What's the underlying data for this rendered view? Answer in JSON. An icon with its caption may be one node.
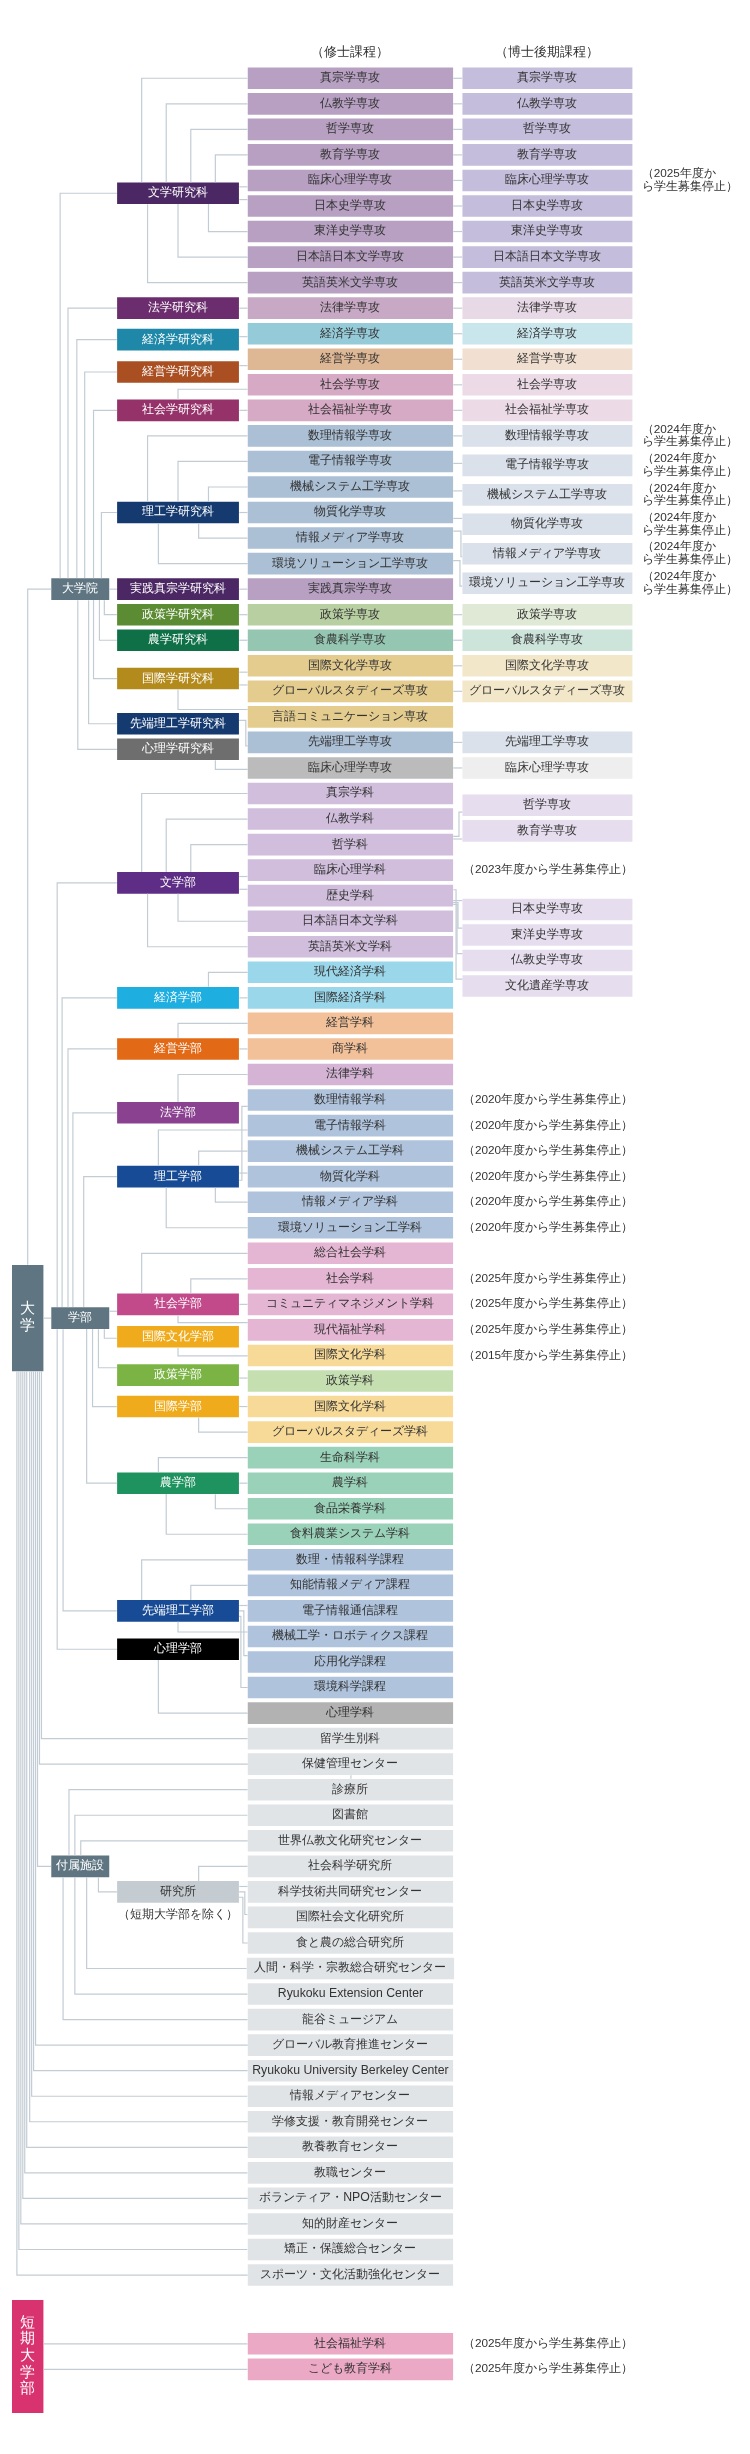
{
  "diagram": {
    "nodes": [
      {
        "text": [
          "大学"
        ]
      },
      {
        "text": [
          "大学院"
        ]
      },
      {
        "text": [
          "文学研究科"
        ]
      },
      {
        "text": [
          "真宗学専攻"
        ]
      },
      {
        "text": [
          "真宗学専攻"
        ]
      },
      {
        "text": [
          "仏教学専攻"
        ]
      },
      {
        "text": [
          "仏教学専攻"
        ]
      },
      {
        "text": [
          "哲学専攻"
        ]
      },
      {
        "text": [
          "哲学専攻"
        ]
      },
      {
        "text": [
          "教育学専攻"
        ]
      },
      {
        "text": [
          "教育学専攻"
        ]
      },
      {
        "text": [
          "臨床心理学専攻"
        ]
      },
      {
        "text": [
          "臨床心理学専攻"
        ],
        "beside": [
          "（2025年度から学生募集停止）"
        ]
      },
      {
        "text": [
          "日本史学専攻"
        ]
      },
      {
        "text": [
          "日本史学専攻"
        ]
      },
      {
        "text": [
          "東洋史学専攻"
        ]
      },
      {
        "text": [
          "東洋史学専攻"
        ]
      },
      {
        "text": [
          "日本語日本文学専攻"
        ]
      },
      {
        "text": [
          "日本語日本文学専攻"
        ]
      },
      {
        "text": [
          "英語英米文学専攻"
        ]
      },
      {
        "text": [
          "英語英米文学専攻"
        ]
      },
      {
        "text": [
          "法学研究科"
        ]
      },
      {
        "text": [
          "法律学専攻"
        ]
      },
      {
        "text": [
          "法律学専攻"
        ]
      },
      {
        "text": [
          "経済学研究科"
        ]
      },
      {
        "text": [
          "経済学専攻"
        ]
      },
      {
        "text": [
          "経済学専攻"
        ]
      },
      {
        "text": [
          "経営学研究科"
        ]
      },
      {
        "text": [
          "経営学専攻"
        ]
      },
      {
        "text": [
          "経営学専攻"
        ]
      },
      {
        "text": [
          "社会学研究科"
        ]
      },
      {
        "text": [
          "社会学専攻"
        ]
      },
      {
        "text": [
          "社会学専攻"
        ]
      },
      {
        "text": [
          "社会福祉学専攻"
        ]
      },
      {
        "text": [
          "社会福祉学専攻"
        ]
      },
      {
        "text": [
          "理工学研究科"
        ]
      },
      {
        "text": [
          "数理情報学専攻"
        ]
      },
      {
        "text": [
          "数理情報学専攻"
        ],
        "beside": [
          "（2024年度から学生募集停止）"
        ]
      },
      {
        "text": [
          "電子情報学専攻"
        ]
      },
      {
        "text": [
          "電子情報学専攻"
        ],
        "beside": [
          "（2024年度から学生募集停止）"
        ]
      },
      {
        "text": [
          "機械システム工学専攻"
        ]
      },
      {
        "text": [
          "機械システム工学専攻"
        ],
        "beside": [
          "（2024年度から学生募集停止）"
        ]
      },
      {
        "text": [
          "物質化学専攻"
        ]
      },
      {
        "text": [
          "物質化学専攻"
        ],
        "beside": [
          "（2024年度から学生募集停止）"
        ]
      },
      {
        "text": [
          "情報メディア学専攻"
        ]
      },
      {
        "text": [
          "情報メディア学専攻"
        ],
        "beside": [
          "（2024年度から学生募集停止）"
        ]
      },
      {
        "text": [
          "環境ソリューション工学専攻"
        ]
      },
      {
        "text": [
          "環境ソリューション工学専攻"
        ],
        "beside": [
          "（2024年度から学生募集停止）"
        ]
      },
      {
        "text": [
          "実践真宗学研究科"
        ]
      },
      {
        "text": [
          "実践真宗学専攻"
        ]
      },
      {
        "text": [
          "政策学研究科"
        ]
      },
      {
        "text": [
          "政策学専攻"
        ]
      },
      {
        "text": [
          "政策学専攻"
        ]
      },
      {
        "text": [
          "農学研究科"
        ]
      },
      {
        "text": [
          "食農科学専攻"
        ]
      },
      {
        "text": [
          "食農科学専攻"
        ]
      },
      {
        "text": [
          "国際学研究科"
        ]
      },
      {
        "text": [
          "国際文化学専攻"
        ]
      },
      {
        "text": [
          "国際文化学専攻"
        ]
      },
      {
        "text": [
          "グローバルスタディーズ専攻"
        ]
      },
      {
        "text": [
          "グローバルスタディーズ専攻"
        ]
      },
      {
        "text": [
          "言語コミュニケーション専攻"
        ]
      },
      {
        "text": [
          "先端理工学研究科"
        ]
      },
      {
        "text": [
          "先端理工学専攻"
        ]
      },
      {
        "text": [
          "先端理工学専攻"
        ]
      },
      {
        "text": [
          "心理学研究科"
        ]
      },
      {
        "text": [
          "臨床心理学専攻"
        ]
      },
      {
        "text": [
          "臨床心理学専攻"
        ]
      },
      {
        "text": [
          "学部"
        ]
      },
      {
        "text": [
          "文学部"
        ]
      },
      {
        "text": [
          "真宗学科"
        ]
      },
      {
        "text": [
          "仏教学科"
        ]
      },
      {
        "text": [
          "哲学科"
        ]
      },
      {
        "text": [
          "哲学専攻"
        ]
      },
      {
        "text": [
          "教育学専攻"
        ]
      },
      {
        "text": [
          "臨床心理学科"
        ],
        "beside": [
          "（2023年度から学生募集停止）"
        ]
      },
      {
        "text": [
          "歴史学科"
        ]
      },
      {
        "text": [
          "日本史学専攻"
        ]
      },
      {
        "text": [
          "東洋史学専攻"
        ]
      },
      {
        "text": [
          "仏教史学専攻"
        ]
      },
      {
        "text": [
          "文化遺産学専攻"
        ]
      },
      {
        "text": [
          "日本語日本文学科"
        ]
      },
      {
        "text": [
          "英語英米文学科"
        ]
      },
      {
        "text": [
          "経済学部"
        ]
      },
      {
        "text": [
          "現代経済学科"
        ]
      },
      {
        "text": [
          "国際経済学科"
        ]
      },
      {
        "text": [
          "経営学部"
        ]
      },
      {
        "text": [
          "経営学科"
        ]
      },
      {
        "text": [
          "商学科"
        ]
      },
      {
        "text": [
          "法学部"
        ]
      },
      {
        "text": [
          "法律学科"
        ]
      },
      {
        "text": [
          "理工学部"
        ]
      },
      {
        "text": [
          "数理情報学科"
        ],
        "beside": [
          "（2020年度から学生募集停止）"
        ]
      },
      {
        "text": [
          "電子情報学科"
        ],
        "beside": [
          "（2020年度から学生募集停止）"
        ]
      },
      {
        "text": [
          "機械システム工学科"
        ],
        "beside": [
          "（2020年度から学生募集停止）"
        ]
      },
      {
        "text": [
          "物質化学科"
        ],
        "beside": [
          "（2020年度から学生募集停止）"
        ]
      },
      {
        "text": [
          "情報メディア学科"
        ],
        "beside": [
          "（2020年度から学生募集停止）"
        ]
      },
      {
        "text": [
          "環境ソリューション工学科"
        ],
        "beside": [
          "（2020年度から学生募集停止）"
        ]
      },
      {
        "text": [
          "社会学部"
        ]
      },
      {
        "text": [
          "総合社会学科"
        ]
      },
      {
        "text": [
          "社会学科"
        ],
        "beside": [
          "（2025年度から学生募集停止）"
        ]
      },
      {
        "text": [
          "コミュニティマネジメント学科"
        ],
        "beside": [
          "（2025年度から学生募集停止）"
        ]
      },
      {
        "text": [
          "現代福祉学科"
        ],
        "beside": [
          "（2025年度から学生募集停止）"
        ]
      },
      {
        "text": [
          "国際文化学部"
        ]
      },
      {
        "text": [
          "国際文化学科"
        ],
        "beside": [
          "（2015年度から学生募集停止）"
        ]
      },
      {
        "text": [
          "政策学部"
        ]
      },
      {
        "text": [
          "政策学科"
        ]
      },
      {
        "text": [
          "国際学部"
        ]
      },
      {
        "text": [
          "国際文化学科"
        ]
      },
      {
        "text": [
          "グローバルスタディーズ学科"
        ]
      },
      {
        "text": [
          "農学部"
        ]
      },
      {
        "text": [
          "生命科学科"
        ]
      },
      {
        "text": [
          "農学科"
        ]
      },
      {
        "text": [
          "食品栄養学科"
        ]
      },
      {
        "text": [
          "食料農業システム学科"
        ]
      },
      {
        "text": [
          "先端理工学部"
        ]
      },
      {
        "text": [
          "数理・情報科学課程"
        ]
      },
      {
        "text": [
          "知能情報メディア課程"
        ]
      },
      {
        "text": [
          "電子情報通信課程"
        ]
      },
      {
        "text": [
          "機械工学・ロボティクス課程"
        ]
      },
      {
        "text": [
          "応用化学課程"
        ]
      },
      {
        "text": [
          "環境科学課程"
        ]
      },
      {
        "text": [
          "心理学部"
        ]
      },
      {
        "text": [
          "心理学科"
        ]
      },
      {
        "text": [
          "留学生別科"
        ]
      },
      {
        "text": [
          "保健管理センター"
        ]
      },
      {
        "text": [
          "付属施設"
        ]
      },
      {
        "text": [
          "診療所"
        ]
      },
      {
        "text": [
          "図書館"
        ]
      },
      {
        "text": [
          "世界仏教文化研究センター"
        ]
      },
      {
        "text": [
          "研究所"
        ],
        "beside": [
          "（短期大学部を除く）"
        ]
      },
      {
        "text": [
          "社会科学研究所"
        ]
      },
      {
        "text": [
          "科学技術共同研究センター"
        ]
      },
      {
        "text": [
          "国際社会文化研究所"
        ]
      },
      {
        "text": [
          "食と農の総合研究所"
        ]
      },
      {
        "text": [
          "人間・科学・宗教総合研究センター"
        ]
      },
      {
        "text": [
          "Ryukoku Extension Center"
        ]
      },
      {
        "text": [
          "龍谷ミュージアム"
        ]
      },
      {
        "text": [
          "グローバル教育推進センター"
        ]
      },
      {
        "text": [
          "Ryukoku University Berkeley Center"
        ]
      },
      {
        "text": [
          "情報メディアセンター"
        ]
      },
      {
        "text": [
          "学修支援・教育開発センター"
        ]
      },
      {
        "text": [
          "教養教育センター"
        ]
      },
      {
        "text": [
          "教職センター"
        ]
      },
      {
        "text": [
          "ボランティア・NPO活動センター"
        ]
      },
      {
        "text": [
          "知的財産センター"
        ]
      },
      {
        "text": [
          "矯正・保護総合センター"
        ]
      },
      {
        "text": [
          "スポーツ・文化活動強化センター"
        ]
      },
      {
        "text": [
          "短期大学部"
        ]
      },
      {
        "text": [
          "社会福祉学科"
        ],
        "beside": [
          "（2025年度から学生募集停止）"
        ]
      },
      {
        "text": [
          "こども教育学科"
        ],
        "beside": [
          "（2025年度から学生募集停止）"
        ]
      }
    ],
    "edges": [
      {
        "from": 0,
        "to": 1,
        "arrow": "none"
      },
      {
        "from": 0,
        "to": 68,
        "arrow": "none"
      },
      {
        "from": 0,
        "to": 124,
        "arrow": "none"
      },
      {
        "from": 0,
        "to": 125,
        "arrow": "none"
      },
      {
        "from": 0,
        "to": 126,
        "arrow": "none"
      },
      {
        "from": 0,
        "to": 138,
        "arrow": "none"
      },
      {
        "from": 0,
        "to": 139,
        "arrow": "none"
      },
      {
        "from": 0,
        "to": 140,
        "arrow": "none"
      },
      {
        "from": 0,
        "to": 141,
        "arrow": "none"
      },
      {
        "from": 0,
        "to": 142,
        "arrow": "none"
      },
      {
        "from": 0,
        "to": 143,
        "arrow": "none"
      },
      {
        "from": 0,
        "to": 144,
        "arrow": "none"
      },
      {
        "from": 0,
        "to": 145,
        "arrow": "none"
      },
      {
        "from": 0,
        "to": 146,
        "arrow": "none"
      },
      {
        "from": 0,
        "to": 147,
        "arrow": "none"
      },
      {
        "from": 1,
        "to": 2,
        "arrow": "none"
      },
      {
        "from": 1,
        "to": 21,
        "arrow": "none"
      },
      {
        "from": 1,
        "to": 24,
        "arrow": "none"
      },
      {
        "from": 1,
        "to": 27,
        "arrow": "none"
      },
      {
        "from": 1,
        "to": 30,
        "arrow": "none"
      },
      {
        "from": 1,
        "to": 35,
        "arrow": "none"
      },
      {
        "from": 1,
        "to": 48,
        "arrow": "none"
      },
      {
        "from": 1,
        "to": 50,
        "arrow": "none"
      },
      {
        "from": 1,
        "to": 53,
        "arrow": "none"
      },
      {
        "from": 1,
        "to": 56,
        "arrow": "none"
      },
      {
        "from": 1,
        "to": 62,
        "arrow": "none"
      },
      {
        "from": 1,
        "to": 65,
        "arrow": "none"
      },
      {
        "from": 2,
        "to": 3,
        "arrow": "none"
      },
      {
        "from": 3,
        "to": 4,
        "arrow": "none"
      },
      {
        "from": 2,
        "to": 5,
        "arrow": "none"
      },
      {
        "from": 5,
        "to": 6,
        "arrow": "none"
      },
      {
        "from": 2,
        "to": 7,
        "arrow": "none"
      },
      {
        "from": 7,
        "to": 8,
        "arrow": "none"
      },
      {
        "from": 2,
        "to": 9,
        "arrow": "none"
      },
      {
        "from": 9,
        "to": 10,
        "arrow": "none"
      },
      {
        "from": 2,
        "to": 11,
        "arrow": "none"
      },
      {
        "from": 11,
        "to": 12,
        "arrow": "none"
      },
      {
        "from": 2,
        "to": 13,
        "arrow": "none"
      },
      {
        "from": 13,
        "to": 14,
        "arrow": "none"
      },
      {
        "from": 2,
        "to": 15,
        "arrow": "none"
      },
      {
        "from": 15,
        "to": 16,
        "arrow": "none"
      },
      {
        "from": 2,
        "to": 17,
        "arrow": "none"
      },
      {
        "from": 17,
        "to": 18,
        "arrow": "none"
      },
      {
        "from": 2,
        "to": 19,
        "arrow": "none"
      },
      {
        "from": 19,
        "to": 20,
        "arrow": "none"
      },
      {
        "from": 21,
        "to": 22,
        "arrow": "none"
      },
      {
        "from": 22,
        "to": 23,
        "arrow": "none"
      },
      {
        "from": 24,
        "to": 25,
        "arrow": "none"
      },
      {
        "from": 25,
        "to": 26,
        "arrow": "none"
      },
      {
        "from": 27,
        "to": 28,
        "arrow": "none"
      },
      {
        "from": 28,
        "to": 29,
        "arrow": "none"
      },
      {
        "from": 30,
        "to": 31,
        "arrow": "none"
      },
      {
        "from": 31,
        "to": 32,
        "arrow": "none"
      },
      {
        "from": 30,
        "to": 33,
        "arrow": "none"
      },
      {
        "from": 33,
        "to": 34,
        "arrow": "none"
      },
      {
        "from": 35,
        "to": 36,
        "arrow": "none"
      },
      {
        "from": 36,
        "to": 37,
        "arrow": "none"
      },
      {
        "from": 35,
        "to": 38,
        "arrow": "none"
      },
      {
        "from": 38,
        "to": 39,
        "arrow": "none"
      },
      {
        "from": 35,
        "to": 40,
        "arrow": "none"
      },
      {
        "from": 40,
        "to": 41,
        "arrow": "none"
      },
      {
        "from": 35,
        "to": 42,
        "arrow": "none"
      },
      {
        "from": 42,
        "to": 43,
        "arrow": "none"
      },
      {
        "from": 35,
        "to": 44,
        "arrow": "none"
      },
      {
        "from": 44,
        "to": 45,
        "arrow": "none"
      },
      {
        "from": 35,
        "to": 46,
        "arrow": "none"
      },
      {
        "from": 46,
        "to": 47,
        "arrow": "none"
      },
      {
        "from": 48,
        "to": 49,
        "arrow": "none"
      },
      {
        "from": 50,
        "to": 51,
        "arrow": "none"
      },
      {
        "from": 51,
        "to": 52,
        "arrow": "none"
      },
      {
        "from": 53,
        "to": 54,
        "arrow": "none"
      },
      {
        "from": 54,
        "to": 55,
        "arrow": "none"
      },
      {
        "from": 56,
        "to": 57,
        "arrow": "none"
      },
      {
        "from": 57,
        "to": 58,
        "arrow": "none"
      },
      {
        "from": 56,
        "to": 59,
        "arrow": "none"
      },
      {
        "from": 59,
        "to": 60,
        "arrow": "none"
      },
      {
        "from": 56,
        "to": 61,
        "arrow": "none"
      },
      {
        "from": 62,
        "to": 63,
        "arrow": "none"
      },
      {
        "from": 63,
        "to": 64,
        "arrow": "none"
      },
      {
        "from": 65,
        "to": 66,
        "arrow": "none"
      },
      {
        "from": 66,
        "to": 67,
        "arrow": "none"
      },
      {
        "from": 68,
        "to": 69,
        "arrow": "none"
      },
      {
        "from": 68,
        "to": 83,
        "arrow": "none"
      },
      {
        "from": 68,
        "to": 86,
        "arrow": "none"
      },
      {
        "from": 68,
        "to": 89,
        "arrow": "none"
      },
      {
        "from": 68,
        "to": 91,
        "arrow": "none"
      },
      {
        "from": 68,
        "to": 98,
        "arrow": "none"
      },
      {
        "from": 68,
        "to": 103,
        "arrow": "none"
      },
      {
        "from": 68,
        "to": 105,
        "arrow": "none"
      },
      {
        "from": 68,
        "to": 107,
        "arrow": "none"
      },
      {
        "from": 68,
        "to": 110,
        "arrow": "none"
      },
      {
        "from": 68,
        "to": 115,
        "arrow": "none"
      },
      {
        "from": 68,
        "to": 122,
        "arrow": "none"
      },
      {
        "from": 69,
        "to": 70,
        "arrow": "none"
      },
      {
        "from": 69,
        "to": 71,
        "arrow": "none"
      },
      {
        "from": 69,
        "to": 72,
        "arrow": "none"
      },
      {
        "from": 72,
        "to": 73,
        "arrow": "none"
      },
      {
        "from": 72,
        "to": 74,
        "arrow": "none"
      },
      {
        "from": 69,
        "to": 75,
        "arrow": "none"
      },
      {
        "from": 69,
        "to": 76,
        "arrow": "none"
      },
      {
        "from": 76,
        "to": 77,
        "arrow": "none"
      },
      {
        "from": 76,
        "to": 78,
        "arrow": "none"
      },
      {
        "from": 76,
        "to": 79,
        "arrow": "none"
      },
      {
        "from": 76,
        "to": 80,
        "arrow": "none"
      },
      {
        "from": 69,
        "to": 81,
        "arrow": "none"
      },
      {
        "from": 69,
        "to": 82,
        "arrow": "none"
      },
      {
        "from": 83,
        "to": 84,
        "arrow": "none"
      },
      {
        "from": 83,
        "to": 85,
        "arrow": "none"
      },
      {
        "from": 86,
        "to": 87,
        "arrow": "none"
      },
      {
        "from": 86,
        "to": 88,
        "arrow": "none"
      },
      {
        "from": 89,
        "to": 90,
        "arrow": "none"
      },
      {
        "from": 91,
        "to": 92,
        "arrow": "none"
      },
      {
        "from": 91,
        "to": 93,
        "arrow": "none"
      },
      {
        "from": 91,
        "to": 94,
        "arrow": "none"
      },
      {
        "from": 91,
        "to": 95,
        "arrow": "none"
      },
      {
        "from": 91,
        "to": 96,
        "arrow": "none"
      },
      {
        "from": 91,
        "to": 97,
        "arrow": "none"
      },
      {
        "from": 98,
        "to": 99,
        "arrow": "none"
      },
      {
        "from": 98,
        "to": 100,
        "arrow": "none"
      },
      {
        "from": 98,
        "to": 101,
        "arrow": "none"
      },
      {
        "from": 98,
        "to": 102,
        "arrow": "none"
      },
      {
        "from": 103,
        "to": 104,
        "arrow": "none"
      },
      {
        "from": 105,
        "to": 106,
        "arrow": "none"
      },
      {
        "from": 107,
        "to": 108,
        "arrow": "none"
      },
      {
        "from": 107,
        "to": 109,
        "arrow": "none"
      },
      {
        "from": 110,
        "to": 111,
        "arrow": "none"
      },
      {
        "from": 110,
        "to": 112,
        "arrow": "none"
      },
      {
        "from": 110,
        "to": 113,
        "arrow": "none"
      },
      {
        "from": 110,
        "to": 114,
        "arrow": "none"
      },
      {
        "from": 115,
        "to": 116,
        "arrow": "none"
      },
      {
        "from": 115,
        "to": 117,
        "arrow": "none"
      },
      {
        "from": 115,
        "to": 118,
        "arrow": "none"
      },
      {
        "from": 115,
        "to": 119,
        "arrow": "none"
      },
      {
        "from": 115,
        "to": 120,
        "arrow": "none"
      },
      {
        "from": 115,
        "to": 121,
        "arrow": "none"
      },
      {
        "from": 122,
        "to": 123,
        "arrow": "none"
      },
      {
        "from": 125,
        "to": 127,
        "arrow": "none"
      },
      {
        "from": 126,
        "to": 127,
        "arrow": "none"
      },
      {
        "from": 126,
        "to": 128,
        "arrow": "none"
      },
      {
        "from": 126,
        "to": 129,
        "arrow": "none"
      },
      {
        "from": 126,
        "to": 130,
        "arrow": "none"
      },
      {
        "from": 130,
        "to": 131,
        "arrow": "none"
      },
      {
        "from": 130,
        "to": 132,
        "arrow": "none"
      },
      {
        "from": 130,
        "to": 133,
        "arrow": "none"
      },
      {
        "from": 130,
        "to": 134,
        "arrow": "none"
      },
      {
        "from": 126,
        "to": 135,
        "arrow": "none"
      },
      {
        "from": 126,
        "to": 136,
        "arrow": "none"
      },
      {
        "from": 126,
        "to": 137,
        "arrow": "none"
      },
      {
        "from": 148,
        "to": 149,
        "arrow": "none"
      },
      {
        "from": 148,
        "to": 150,
        "arrow": "none"
      }
    ],
    "labels": [
      "（修士課程）",
      "（博士後期課程）"
    ]
  }
}
